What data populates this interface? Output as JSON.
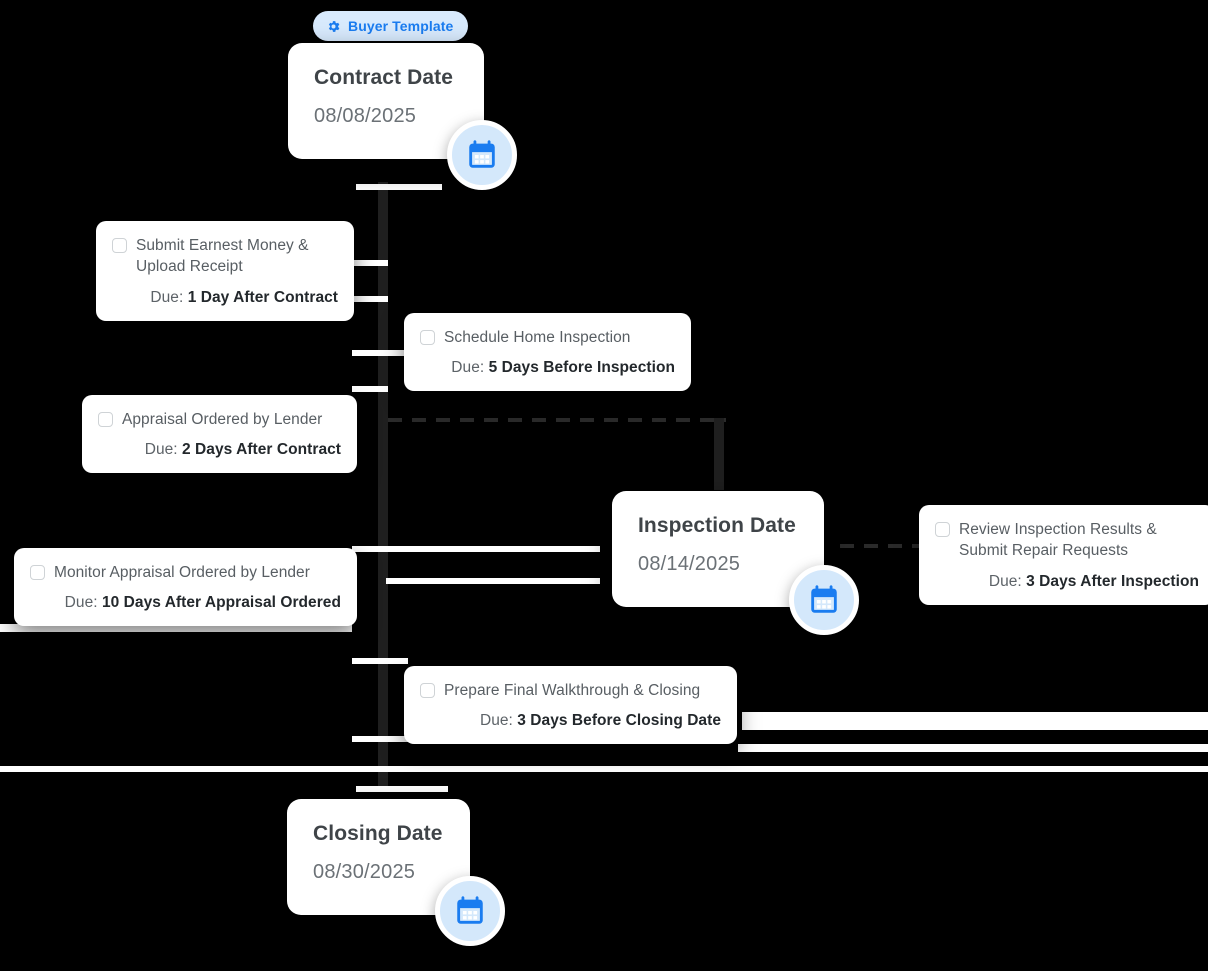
{
  "badge": {
    "label": "Buyer Template",
    "icon": "gear-icon",
    "bg_color": "#d8eafd",
    "text_color": "#1a7cf0"
  },
  "theme": {
    "background": "#000000",
    "card_background": "#ffffff",
    "accent": "#1a7cf0",
    "icon_circle_bg": "#d4e8fb",
    "connector_color": "#ffffff",
    "title_color": "#3f4448",
    "date_color": "#6b7176",
    "task_title_color": "#585e63",
    "due_value_color": "#23282c"
  },
  "milestones": [
    {
      "id": "contract-date",
      "title": "Contract Date",
      "date": "08/08/2025",
      "icon": "calendar-icon"
    },
    {
      "id": "inspection-date",
      "title": "Inspection Date",
      "date": "08/14/2025",
      "icon": "calendar-icon"
    },
    {
      "id": "closing-date",
      "title": "Closing Date",
      "date": "08/30/2025",
      "icon": "calendar-icon"
    }
  ],
  "tasks": [
    {
      "id": "submit-earnest-money",
      "title": "Submit Earnest Money & Upload Receipt",
      "due_label": "Due:",
      "due_value": "1 Day After Contract",
      "checked": false
    },
    {
      "id": "schedule-home-inspection",
      "title": "Schedule Home Inspection",
      "due_label": "Due:",
      "due_value": "5 Days Before Inspection",
      "checked": false
    },
    {
      "id": "appraisal-ordered-by-lender",
      "title": "Appraisal Ordered by Lender",
      "due_label": "Due:",
      "due_value": "2 Days After Contract",
      "checked": false
    },
    {
      "id": "monitor-appraisal-ordered-by-lender",
      "title": "Monitor Appraisal Ordered by Lender",
      "due_label": "Due:",
      "due_value": "10 Days After Appraisal Ordered",
      "checked": false
    },
    {
      "id": "review-inspection-results",
      "title": "Review Inspection Results & Submit Repair Requests",
      "due_label": "Due:",
      "due_value": "3 Days After Inspection",
      "checked": false
    },
    {
      "id": "prepare-final-walkthrough",
      "title": "Prepare Final Walkthrough & Closing",
      "due_label": "Due:",
      "due_value": "3 Days Before Closing Date",
      "checked": false
    }
  ]
}
